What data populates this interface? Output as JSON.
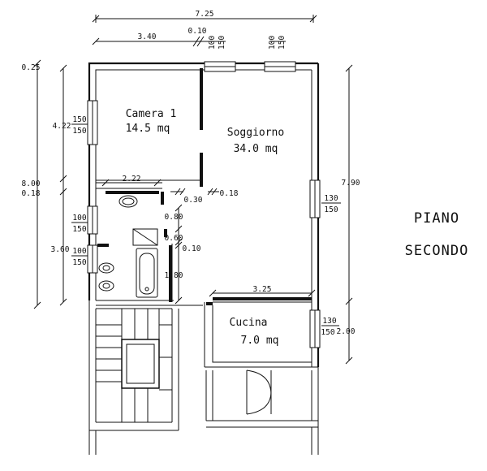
{
  "drawing_title": [
    "PIANO",
    "SECONDO"
  ],
  "rooms": [
    {
      "name": "Camera 1",
      "area": "14.5 mq"
    },
    {
      "name": "Soggiorno",
      "area": "34.0 mq"
    },
    {
      "name": "Cucina",
      "area": "7.0 mq"
    }
  ],
  "dimensions": {
    "total_width": "7.25",
    "left_width": "3.40",
    "wall_gap": "0.10",
    "window_top_1": [
      "100",
      "150"
    ],
    "window_top_2": [
      "100",
      "150"
    ],
    "left_total": "8.00",
    "left_top": "0.25",
    "left_upper": "4.22",
    "left_mid": "0.18",
    "left_lower": "3.60",
    "window_left_1": [
      "150",
      "150"
    ],
    "window_left_2": [
      "100",
      "150"
    ],
    "window_left_3": [
      "100",
      "150"
    ],
    "camera_width": "2.22",
    "wall_030": "0.30",
    "wall_018": "0.18",
    "bath_080": "0.80",
    "bath_060": "0.60",
    "bath_010": "0.10",
    "bath_180": "1.80",
    "kitchen_width": "3.25",
    "right_total": "7.90",
    "window_right_1": [
      "130",
      "150"
    ],
    "window_right_2": [
      "130",
      "150"
    ],
    "right_lower": "2.00"
  }
}
